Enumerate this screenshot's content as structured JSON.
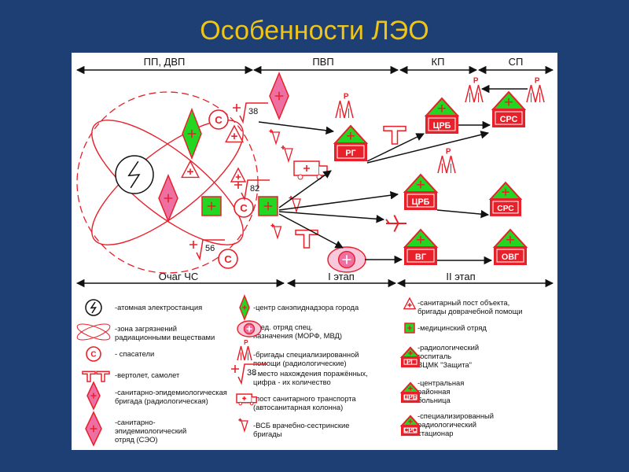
{
  "title": "Особенности ЛЭО",
  "colors": {
    "background": "#1e3f73",
    "title": "#f0c414",
    "red": "#e8202a",
    "green": "#22d622",
    "pink": "#ee6fa2"
  },
  "top_headers": [
    "ПП, ДВП",
    "ПВП",
    "КП",
    "СП"
  ],
  "bottom_headers": [
    "Очаг ЧС",
    "I этап",
    "II этап"
  ],
  "diagram": {
    "counts": [
      "38",
      "82",
      "56"
    ],
    "unit_labels": {
      "rg": "РГ",
      "crb": "ЦРБ",
      "srs": "СРС",
      "vg": "ВГ",
      "ovg": "ОВГ",
      "rescuer": "С",
      "radiology": "Р"
    }
  },
  "legend": {
    "left": [
      [
        "-атомная электростанция"
      ],
      [
        "-зона загрязнений",
        "радиационными веществами"
      ],
      [
        "- спасатели"
      ],
      [
        "-вертолет, самолет"
      ],
      [
        "-санитарно-эпидемиологическая",
        "бригада (радиологическая)"
      ],
      [
        "-санитарно-",
        "эпидемиологический",
        "отряд (СЭО)"
      ]
    ],
    "middle": [
      [
        "-центр санэпиднадзора города"
      ],
      [
        "-мед. отряд спец.",
        "назначения (МОРФ, МВД)"
      ],
      [
        "-бригады специализированной",
        "помощи (радиологические)"
      ],
      [
        "- место нахождения поражённых,",
        "цифра - их количество"
      ],
      [
        "-пост санитарного транспорта",
        "(автосанитарная колонна)"
      ],
      [
        "-ВСБ врачебно-сестринские",
        "бригады"
      ]
    ],
    "right": [
      [
        "-санитарный пост объекта,",
        "бригады доврачебной помощи"
      ],
      [
        "-медицинский отряд"
      ],
      [
        "-радиологический",
        "госпиталь",
        "ВЦМК \"Защита\""
      ],
      [
        "-центральная",
        "районная",
        "больница"
      ],
      [
        "-специализированный",
        "радиологический",
        "стационар"
      ]
    ]
  }
}
